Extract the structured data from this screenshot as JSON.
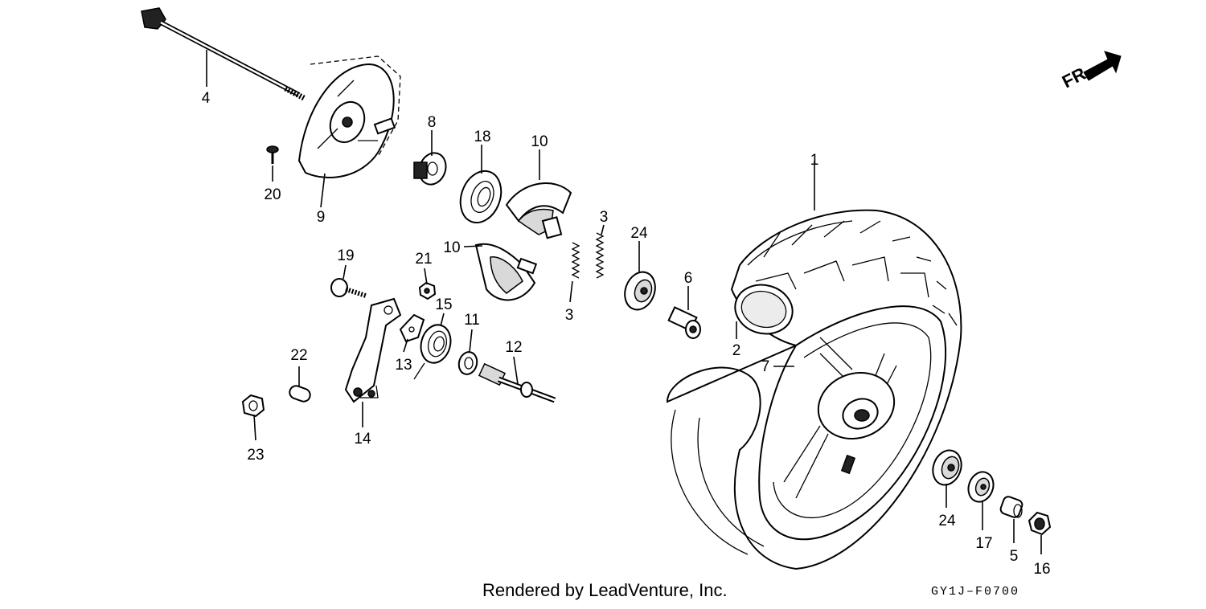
{
  "diagram": {
    "callouts": [
      "1",
      "2",
      "3",
      "3",
      "4",
      "5",
      "6",
      "7",
      "8",
      "9",
      "10",
      "10",
      "11",
      "12",
      "13",
      "14",
      "15",
      "16",
      "17",
      "18",
      "19",
      "20",
      "21",
      "22",
      "23",
      "24",
      "24"
    ],
    "direction_label": "FR.",
    "footer_credit": "Rendered by LeadVenture, Inc.",
    "figure_code": "GY1J–F0700"
  }
}
